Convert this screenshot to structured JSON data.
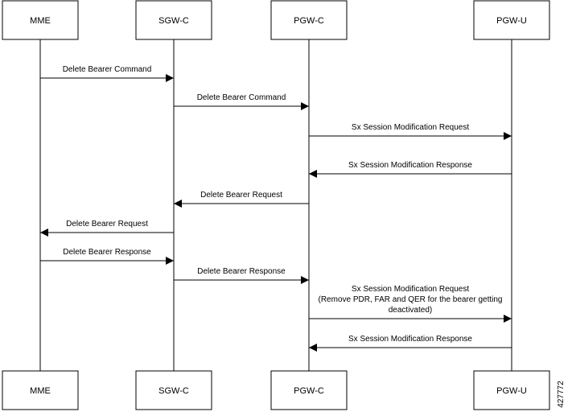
{
  "participants": [
    {
      "id": "mme",
      "label": "MME"
    },
    {
      "id": "sgwc",
      "label": "SGW-C"
    },
    {
      "id": "pgwc",
      "label": "PGW-C"
    },
    {
      "id": "pgwu",
      "label": "PGW-U"
    }
  ],
  "messages": [
    {
      "from": "mme",
      "to": "sgwc",
      "lines": [
        "Delete Bearer Command"
      ]
    },
    {
      "from": "sgwc",
      "to": "pgwc",
      "lines": [
        "Delete Bearer Command"
      ]
    },
    {
      "from": "pgwc",
      "to": "pgwu",
      "lines": [
        "Sx Session Modification Request"
      ]
    },
    {
      "from": "pgwu",
      "to": "pgwc",
      "lines": [
        "Sx Session Modification Response"
      ]
    },
    {
      "from": "pgwc",
      "to": "sgwc",
      "lines": [
        "Delete Bearer Request"
      ]
    },
    {
      "from": "sgwc",
      "to": "mme",
      "lines": [
        "Delete Bearer Request"
      ]
    },
    {
      "from": "mme",
      "to": "sgwc",
      "lines": [
        "Delete Bearer Response"
      ]
    },
    {
      "from": "sgwc",
      "to": "pgwc",
      "lines": [
        "Delete Bearer Response"
      ]
    },
    {
      "from": "pgwc",
      "to": "pgwu",
      "lines": [
        "Sx Session Modification Request",
        "(Remove PDR, FAR and QER for the bearer getting",
        "deactivated)"
      ]
    },
    {
      "from": "pgwu",
      "to": "pgwc",
      "lines": [
        "Sx Session Modification Response"
      ]
    }
  ],
  "figure_id": "427772"
}
